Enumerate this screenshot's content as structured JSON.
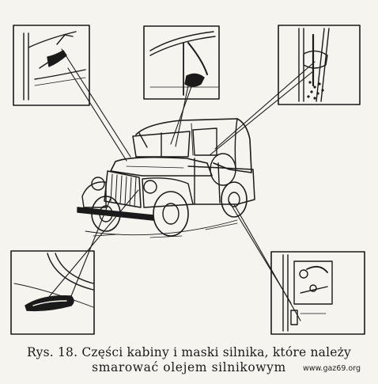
{
  "caption": {
    "line1": "Rys. 18. Części kabiny i maski silnika, które należy",
    "line2": "smarować olejem silnikowym"
  },
  "website": "www.gaz69.org",
  "colors": {
    "ink": "#1a1a1a",
    "paper": "#f6f4ee"
  }
}
